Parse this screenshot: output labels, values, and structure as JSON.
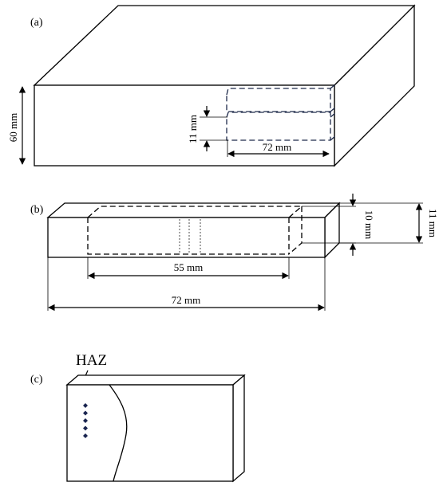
{
  "panels": {
    "a": {
      "label": "(a)",
      "height_dim": "60 mm",
      "width_dim": "72 mm",
      "thickness_dim": "11 mm"
    },
    "b": {
      "label": "(b)",
      "notch_length_dim": "55 mm",
      "total_length_dim": "72 mm",
      "inner_height_dim": "10 mm",
      "outer_height_dim": "11 mm"
    },
    "c": {
      "label": "(c)",
      "haz_label": "HAZ",
      "marker_count": 5
    }
  },
  "colors": {
    "line": "#000000",
    "dashed": "#1e2a4a",
    "marker": "#1a2550"
  }
}
